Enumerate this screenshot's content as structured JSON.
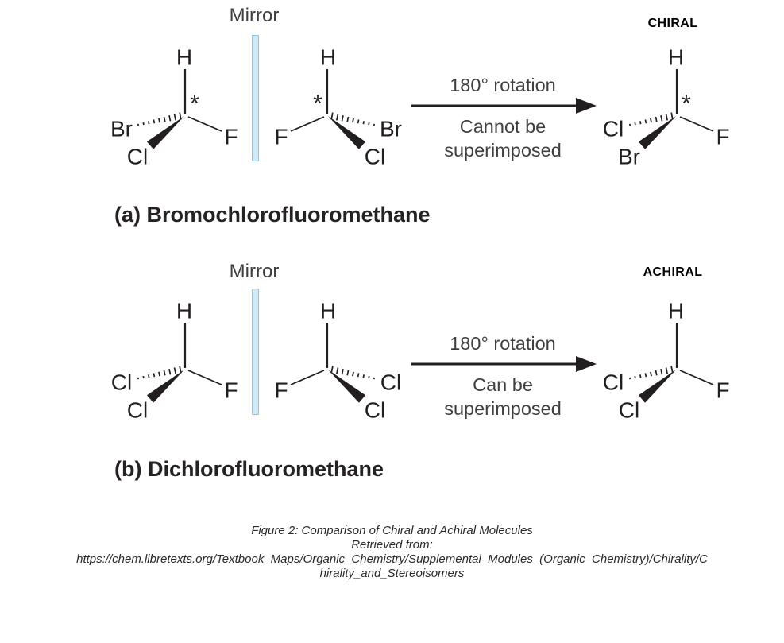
{
  "palette": {
    "ink": "#231f20",
    "soft_text": "#413e40",
    "mirror_fill": "#cfeaf6",
    "mirror_border": "#8fc6df"
  },
  "sections": [
    {
      "id": "a",
      "mirror_label": "Mirror",
      "arrow_label": "180° rotation",
      "result_lines": [
        "Cannot be",
        "superimposed"
      ],
      "classification": "CHIRAL",
      "caption": "(a) Bromochlorofluoromethane",
      "molecules": [
        {
          "role": "left-enantiomer",
          "top": "H",
          "hash": "Br",
          "wedge": "Cl",
          "plain": "F",
          "star": true,
          "mirrored": false
        },
        {
          "role": "mirror-image",
          "top": "H",
          "hash": "Br",
          "wedge": "Cl",
          "plain": "F",
          "star": true,
          "mirrored": true
        },
        {
          "role": "rotated-result",
          "top": "H",
          "hash": "Cl",
          "wedge": "Br",
          "plain": "F",
          "star": true,
          "mirrored": false
        }
      ]
    },
    {
      "id": "b",
      "mirror_label": "Mirror",
      "arrow_label": "180° rotation",
      "result_lines": [
        "Can be",
        "superimposed"
      ],
      "classification": "ACHIRAL",
      "caption": "(b) Dichlorofluoromethane",
      "molecules": [
        {
          "role": "left-molecule",
          "top": "H",
          "hash": "Cl",
          "wedge": "Cl",
          "plain": "F",
          "star": false,
          "mirrored": false
        },
        {
          "role": "mirror-image",
          "top": "H",
          "hash": "Cl",
          "wedge": "Cl",
          "plain": "F",
          "star": false,
          "mirrored": true
        },
        {
          "role": "rotated-result",
          "top": "H",
          "hash": "Cl",
          "wedge": "Cl",
          "plain": "F",
          "star": false,
          "mirrored": false
        }
      ]
    }
  ],
  "figure_caption": {
    "lines": [
      "Figure 2: Comparison of Chiral and Achiral Molecules",
      "Retrieved from:",
      "https://chem.libretexts.org/Textbook_Maps/Organic_Chemistry/Supplemental_Modules_(Organic_Chemistry)/Chirality/C",
      "hirality_and_Stereoisomers"
    ]
  }
}
